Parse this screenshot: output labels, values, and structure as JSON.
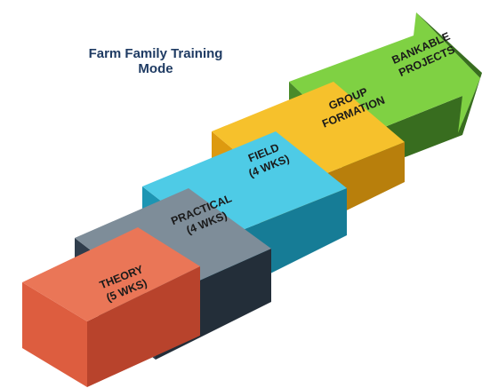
{
  "title": {
    "line1": "Farm Family Training",
    "line2": "Mode"
  },
  "steps": [
    {
      "id": "theory",
      "lines": [
        "THEORY",
        "(5 WKS)"
      ],
      "colors": {
        "front": "#dd5d3f",
        "top": "#ea7657",
        "side": "#b8432c"
      }
    },
    {
      "id": "practical",
      "lines": [
        "PRACTICAL",
        "(4 WKS)"
      ],
      "colors": {
        "front": "#2f3d4c",
        "top": "#7e8d99",
        "side": "#232e39"
      }
    },
    {
      "id": "field",
      "lines": [
        "FIELD",
        "(4 WKS)"
      ],
      "colors": {
        "front": "#1d95b3",
        "top": "#4ecbe6",
        "side": "#167c96"
      }
    },
    {
      "id": "group",
      "lines": [
        "GROUP",
        "FORMATION"
      ],
      "colors": {
        "front": "#dd9a10",
        "top": "#f6c12c",
        "side": "#b87f0c"
      }
    },
    {
      "id": "bankable",
      "lines": [
        "BANKABLE",
        "PROJECTS"
      ],
      "colors": {
        "front": "#4a8b2a",
        "top": "#7fd143",
        "side": "#386d1f"
      }
    }
  ]
}
